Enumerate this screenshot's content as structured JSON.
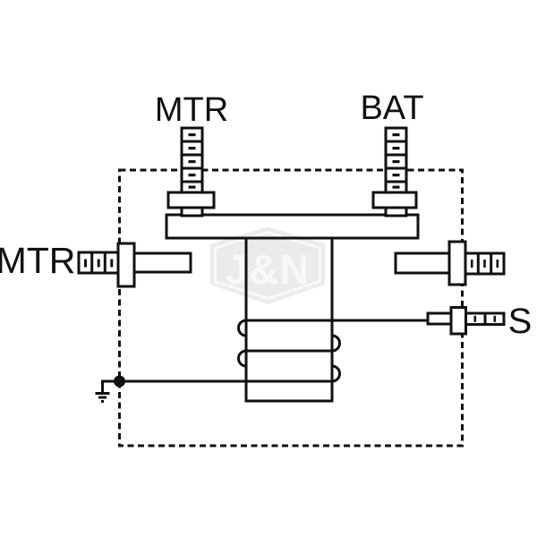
{
  "labels": {
    "mtr_top": "MTR",
    "bat": "BAT",
    "mtr_left": "MTR",
    "s": "S"
  },
  "watermark": {
    "text": "J&N"
  },
  "colors": {
    "line": "#111111",
    "background": "#ffffff",
    "watermark_badge": "#ebebeb",
    "watermark_accent": "#f8f8f8"
  }
}
